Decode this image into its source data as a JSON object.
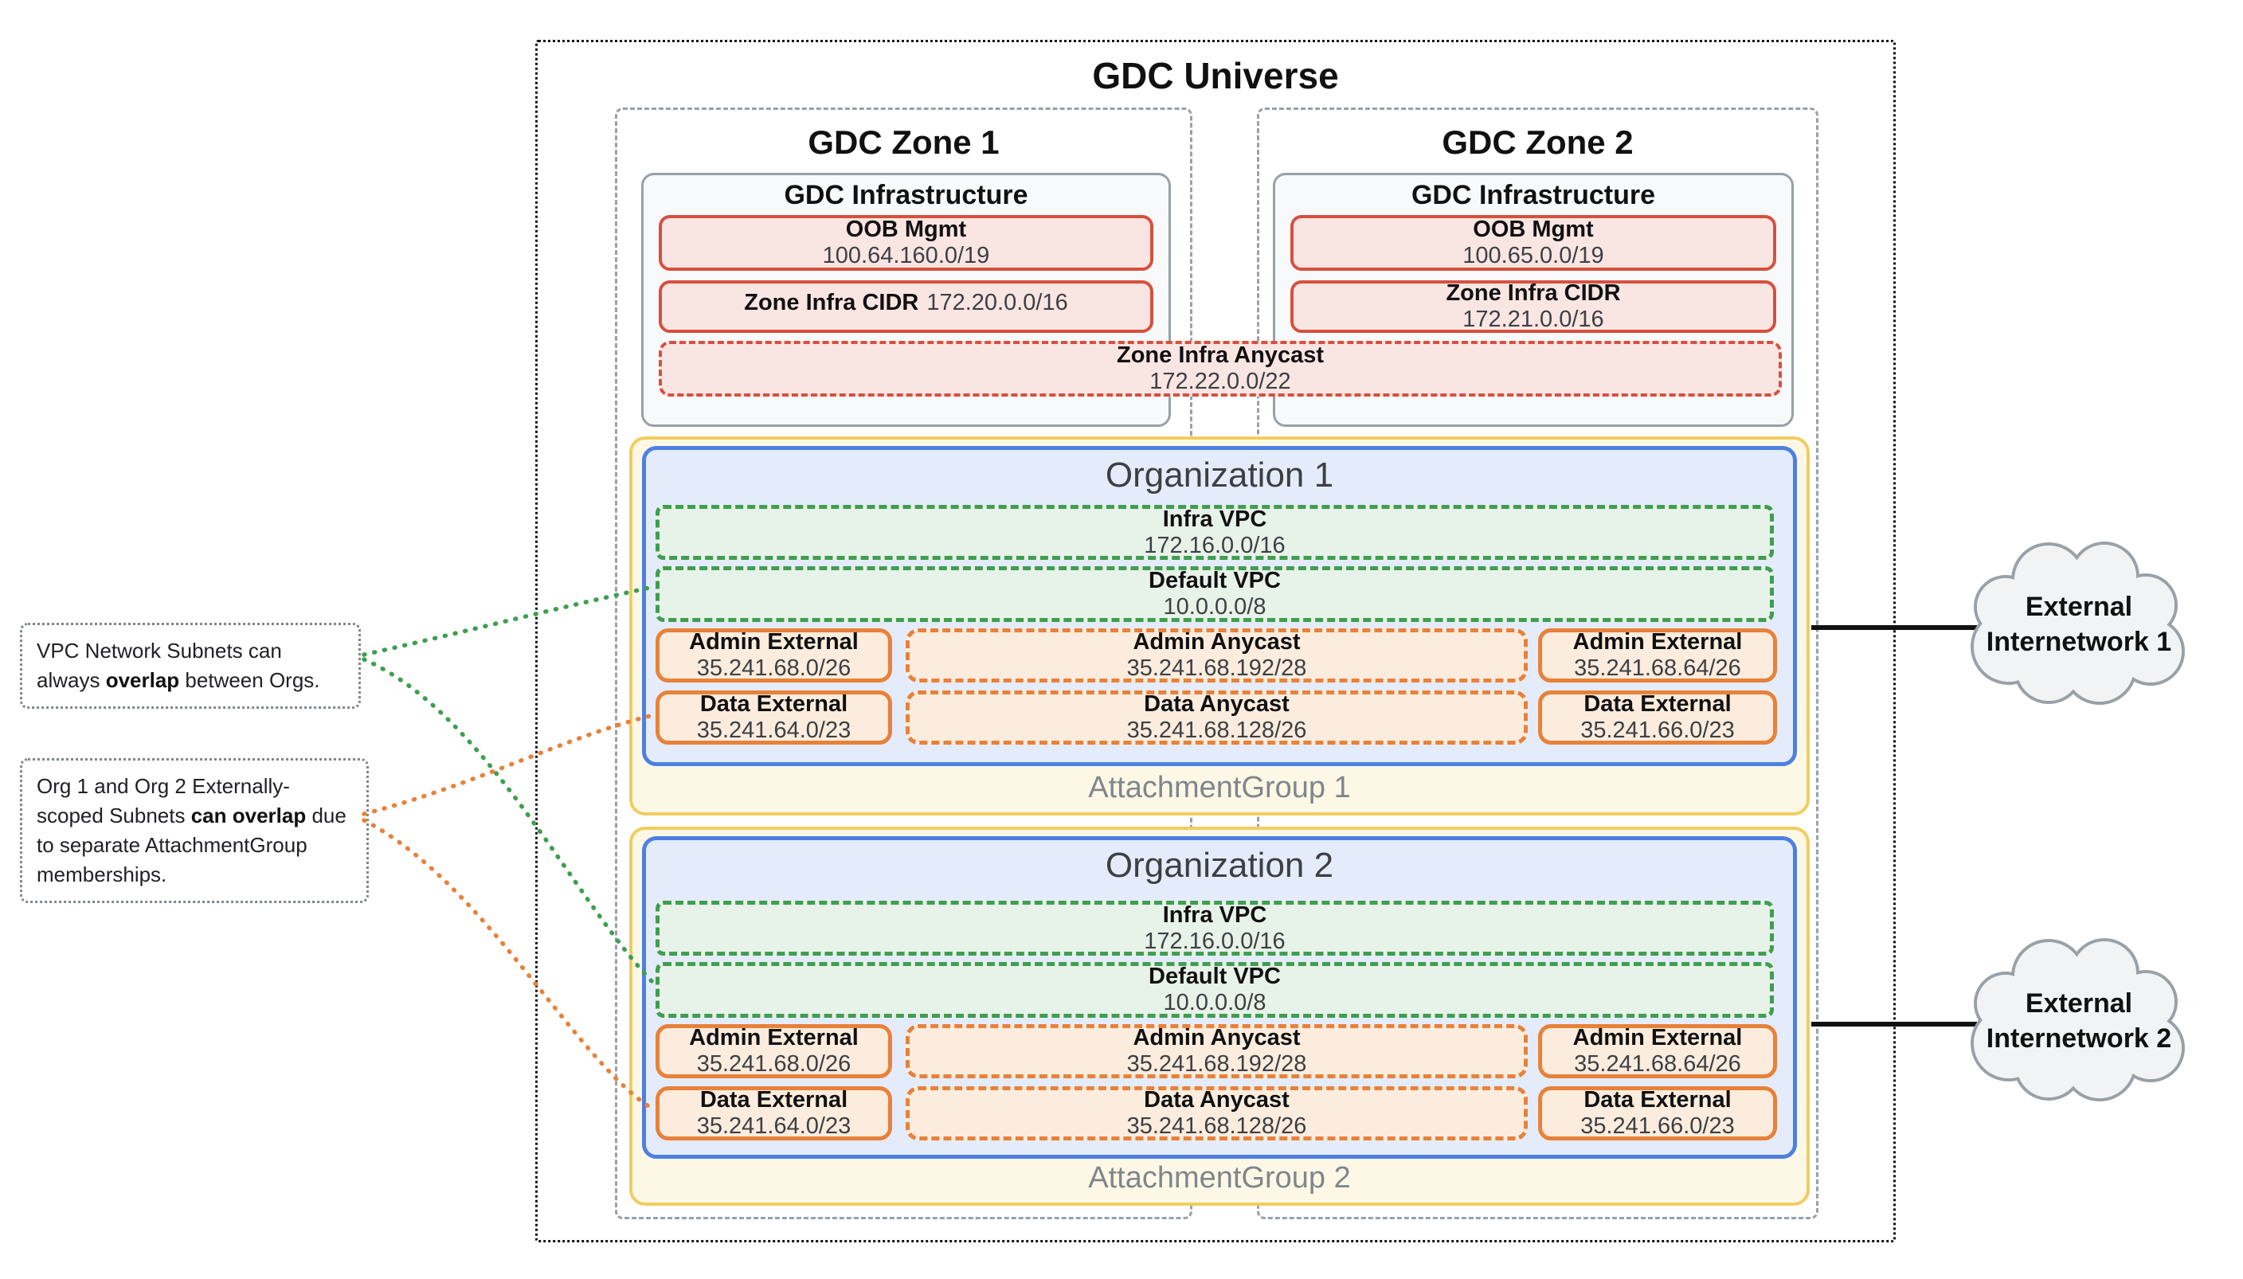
{
  "title": "GDC Universe",
  "annotations": {
    "note1": {
      "pre": "VPC Network Subnets can always ",
      "bold": "overlap",
      "post": " between Orgs."
    },
    "note2": {
      "pre": "Org 1 and Org 2 Externally-scoped Subnets ",
      "bold": "can overlap",
      "post": " due to separate AttachmentGroup memberships."
    }
  },
  "zones": [
    {
      "name": "GDC Zone 1",
      "infrastructure": {
        "title": "GDC Infrastructure",
        "oob": {
          "label": "OOB Mgmt",
          "cidr": "100.64.160.0/19"
        },
        "zone_infra": {
          "label": "Zone Infra CIDR",
          "cidr": "172.20.0.0/16"
        }
      }
    },
    {
      "name": "GDC Zone 2",
      "infrastructure": {
        "title": "GDC Infrastructure",
        "oob": {
          "label": "OOB Mgmt",
          "cidr": "100.65.0.0/19"
        },
        "zone_infra": {
          "label": "Zone Infra CIDR",
          "cidr": "172.21.0.0/16"
        }
      }
    }
  ],
  "zone_infra_anycast": {
    "label": "Zone Infra Anycast",
    "cidr": "172.22.0.0/22"
  },
  "attachment_groups": [
    {
      "label": "AttachmentGroup 1",
      "organization": {
        "name": "Organization 1",
        "vpcs": [
          {
            "label": "Infra VPC",
            "cidr": "172.16.0.0/16"
          },
          {
            "label": "Default VPC",
            "cidr": "10.0.0.0/8"
          }
        ],
        "subnets": [
          {
            "label": "Admin External",
            "cidr": "35.241.68.0/26"
          },
          {
            "label": "Admin Anycast",
            "cidr": "35.241.68.192/28"
          },
          {
            "label": "Admin External",
            "cidr": "35.241.68.64/26"
          },
          {
            "label": "Data External",
            "cidr": "35.241.64.0/23"
          },
          {
            "label": "Data Anycast",
            "cidr": "35.241.68.128/26"
          },
          {
            "label": "Data External",
            "cidr": "35.241.66.0/23"
          }
        ]
      }
    },
    {
      "label": "AttachmentGroup 2",
      "organization": {
        "name": "Organization 2",
        "vpcs": [
          {
            "label": "Infra VPC",
            "cidr": "172.16.0.0/16"
          },
          {
            "label": "Default VPC",
            "cidr": "10.0.0.0/8"
          }
        ],
        "subnets": [
          {
            "label": "Admin External",
            "cidr": "35.241.68.0/26"
          },
          {
            "label": "Admin Anycast",
            "cidr": "35.241.68.192/28"
          },
          {
            "label": "Admin External",
            "cidr": "35.241.68.64/26"
          },
          {
            "label": "Data External",
            "cidr": "35.241.64.0/23"
          },
          {
            "label": "Data Anycast",
            "cidr": "35.241.68.128/26"
          },
          {
            "label": "Data External",
            "cidr": "35.241.66.0/23"
          }
        ]
      }
    }
  ],
  "external_networks": [
    {
      "line1": "External",
      "line2": "Internetwork 1"
    },
    {
      "line1": "External",
      "line2": "Internetwork 2"
    }
  ],
  "colors": {
    "red_border": "#d6503e",
    "orange_border": "#e8813a",
    "green_border": "#3f9e4f",
    "blue_border": "#4e80e1",
    "yellow_border": "#f1cd5f",
    "gray_border": "#9aa0a6"
  }
}
